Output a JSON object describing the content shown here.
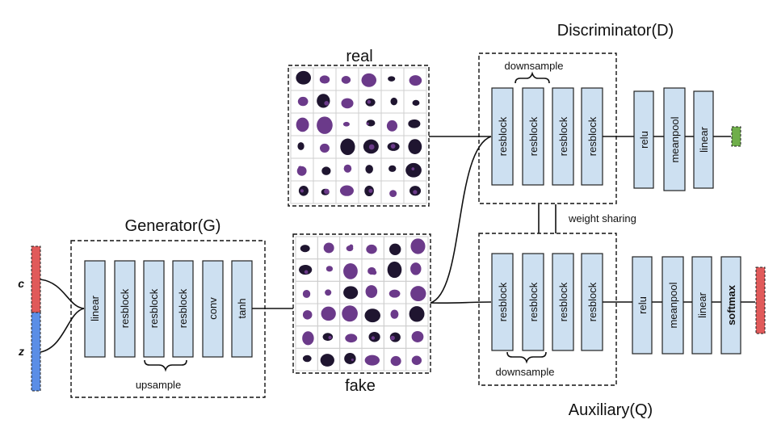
{
  "titles": {
    "generator": "Generator(G)",
    "discriminator": "Discriminator(D)",
    "auxiliary": "Auxiliary(Q)",
    "real": "real",
    "fake": "fake"
  },
  "inputs": {
    "c": "c",
    "z": "z"
  },
  "generator_blocks": [
    "linear",
    "resblock",
    "resblock",
    "resblock",
    "conv",
    "tanh"
  ],
  "discriminator_blocks": [
    "resblock",
    "resblock",
    "resblock",
    "resblock"
  ],
  "discriminator_head": [
    "relu",
    "meanpool",
    "linear"
  ],
  "auxiliary_blocks": [
    "resblock",
    "resblock",
    "resblock",
    "resblock"
  ],
  "auxiliary_head": [
    "relu",
    "meanpool",
    "linear",
    "softmax"
  ],
  "annotations": {
    "upsample": "upsample",
    "downsample_top": "downsample",
    "downsample_bottom": "downsample",
    "weight_sharing": "weight sharing"
  },
  "colors": {
    "block_fill": "#cde0f1",
    "c_bar": "#e05a5a",
    "z_bar": "#5b8ee6",
    "d_output": "#6fae4a",
    "q_output": "#e05a5a",
    "cell_bg": "#ececf2",
    "cell_dark": "#1f1530",
    "cell_purple": "#6b3a8a"
  }
}
